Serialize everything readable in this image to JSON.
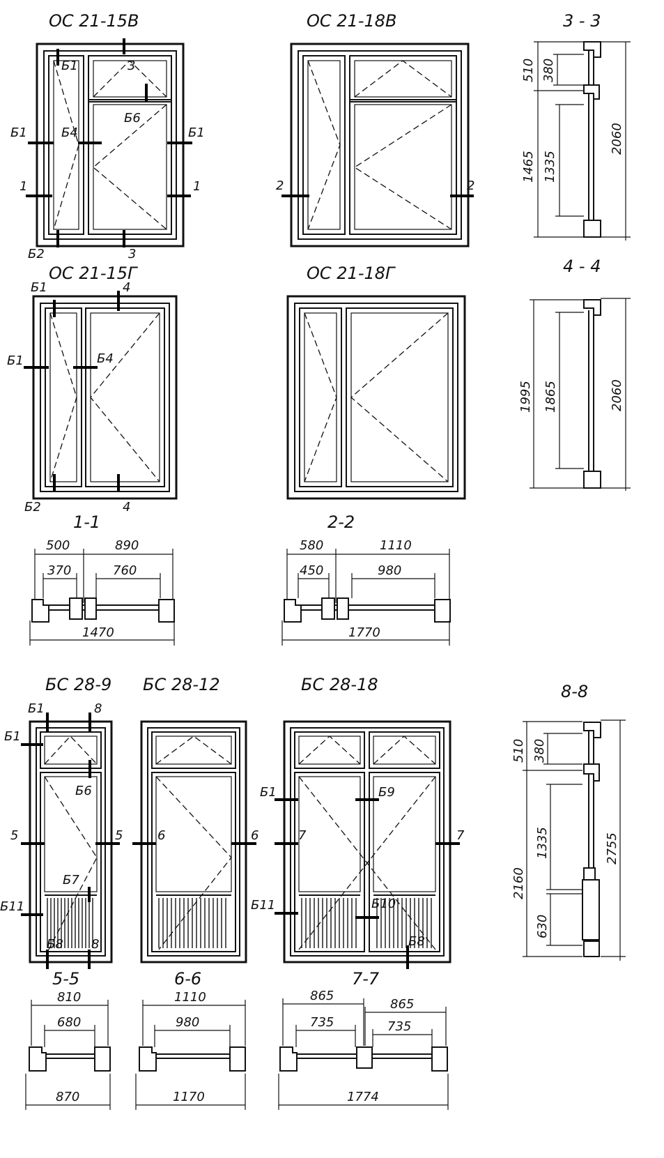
{
  "titles": {
    "os21_15v": "ОС 21-15В",
    "os21_18v": "ОС 21-18В",
    "os21_15g": "ОС 21-15Г",
    "os21_18g": "ОС 21-18Г",
    "bs28_9": "БС 28-9",
    "bs28_12": "БС 28-12",
    "bs28_18": "БС 28-18"
  },
  "sections": {
    "s33": "3 - 3",
    "s44": "4 - 4",
    "s11": "1-1",
    "s22": "2-2",
    "s88": "8-8",
    "s55": "5-5",
    "s66": "6-6",
    "s77": "7-7"
  },
  "marks": {
    "b1": "Б1",
    "b2": "Б2",
    "b4": "Б4",
    "b6": "Б6",
    "b7": "Б7",
    "b8": "Б8",
    "b9": "Б9",
    "b10": "Б10",
    "b11": "Б11",
    "n1": "1",
    "n2": "2",
    "n3": "3",
    "n4": "4",
    "n5": "5",
    "n6": "6",
    "n7": "7",
    "n8": "8"
  },
  "dims": {
    "s33": {
      "top": "510",
      "top_inner": "380",
      "bottom": "1465",
      "bottom_inner": "1335",
      "total": "2060"
    },
    "s44": {
      "outer": "1995",
      "inner": "1865",
      "total": "2060"
    },
    "s11": {
      "left": "500",
      "left_inner": "370",
      "right": "890",
      "right_inner": "760",
      "total": "1470"
    },
    "s22": {
      "left": "580",
      "left_inner": "450",
      "right": "1110",
      "right_inner": "980",
      "total": "1770"
    },
    "s88": {
      "top": "510",
      "top_inner": "380",
      "bottom": "2160",
      "mid_inner": "1335",
      "low_inner": "630",
      "total": "2755"
    },
    "s55": {
      "outer": "810",
      "inner": "680",
      "total": "870"
    },
    "s66": {
      "outer": "1110",
      "inner": "980",
      "total": "1170"
    },
    "s77": {
      "left": "865",
      "left_inner": "735",
      "right": "865",
      "right_inner": "735",
      "total": "1774"
    }
  }
}
